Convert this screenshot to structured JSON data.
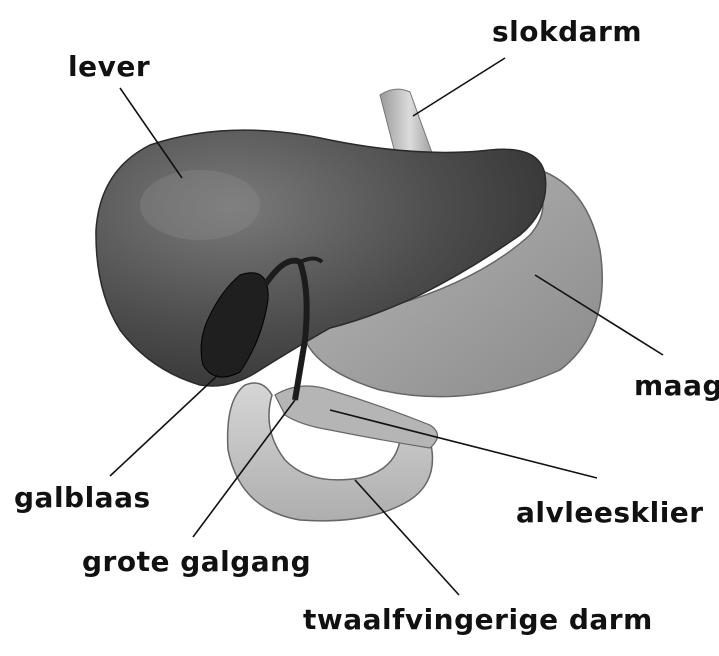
{
  "labels": {
    "lever": "lever",
    "slokdarm": "slokdarm",
    "maag": "maag",
    "galblaas": "galblaas",
    "alvleesklier": "alvleesklier",
    "grote_galgang": "grote galgang",
    "twaalfvingerige_darm": "twaalfvingerige darm"
  },
  "colors": {
    "liver": "#4a4a4a",
    "stomach": "#a3a3a3",
    "duodenum": "#c4c4c4",
    "gallbladder": "#222222",
    "line": "#111111"
  }
}
